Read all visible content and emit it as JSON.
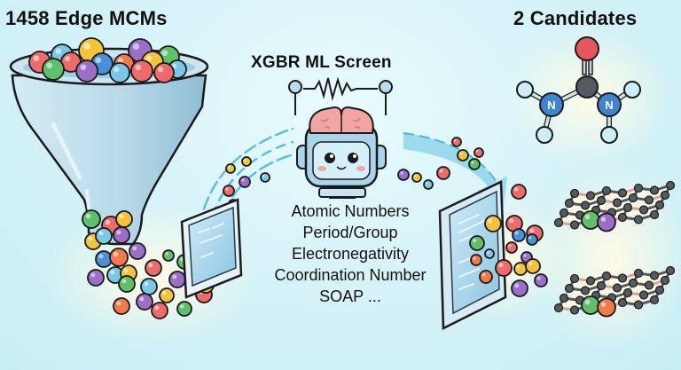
{
  "titles": {
    "input": "1458 Edge MCMs",
    "screen": "XGBR ML Screen",
    "output": "2 Candidates"
  },
  "features": {
    "items": [
      "Atomic Numbers",
      "Period/Group",
      "Electronegativity",
      "Coordination Number",
      "SOAP ..."
    ]
  },
  "molecule": {
    "atoms": {
      "top": "",
      "center": "",
      "left": "N",
      "right": "N"
    }
  },
  "colors": {
    "ball_red": "#ef6b6b",
    "ball_green": "#5fbf6a",
    "ball_blue": "#4a90d9",
    "ball_lightblue": "#79c8e8",
    "ball_yellow": "#f3c33b",
    "ball_purple": "#9b6fc8",
    "ball_orange": "#f07a4a",
    "funnel": "#b9dcea",
    "brain": "#f2a6a3",
    "robot": "#a9d4ea",
    "carbon": "#555a60",
    "nitrogen": "#3f84cf",
    "oxygen": "#e5575a"
  }
}
